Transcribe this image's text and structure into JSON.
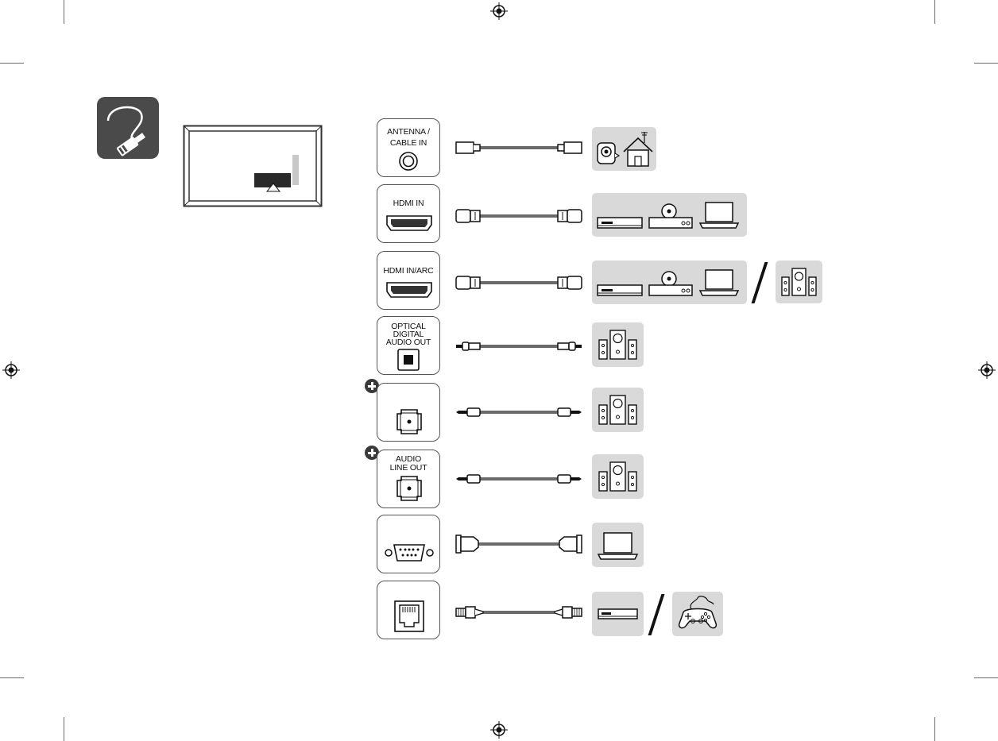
{
  "ports": [
    {
      "id": "antenna",
      "label_lines": [
        "ANTENNA /",
        "CABLE IN"
      ],
      "optional": false,
      "devices": [
        [
          "antenna-house"
        ]
      ]
    },
    {
      "id": "hdmi-in",
      "label_lines": [
        "HDMI IN"
      ],
      "optional": false,
      "devices": [
        [
          "set-top-box",
          "dvd-player",
          "laptop"
        ]
      ]
    },
    {
      "id": "hdmi-arc",
      "label_lines": [
        "HDMI IN/ARC"
      ],
      "optional": false,
      "devices": [
        [
          "set-top-box",
          "dvd-player",
          "laptop"
        ],
        [
          "speakers"
        ]
      ]
    },
    {
      "id": "optical",
      "label_lines": [
        "OPTICAL",
        "DIGITAL",
        "AUDIO OUT"
      ],
      "optional": false,
      "devices": [
        [
          "speakers"
        ]
      ]
    },
    {
      "id": "headphone",
      "label_lines": [],
      "optional": true,
      "devices": [
        [
          "speakers"
        ]
      ]
    },
    {
      "id": "audio-line-out",
      "label_lines": [
        "AUDIO",
        "LINE OUT"
      ],
      "optional": true,
      "devices": [
        [
          "speakers"
        ]
      ]
    },
    {
      "id": "rs232c",
      "label_lines": [],
      "optional": false,
      "devices": [
        [
          "laptop"
        ]
      ]
    },
    {
      "id": "lan",
      "label_lines": [],
      "optional": false,
      "devices": [
        [
          "set-top-box"
        ],
        [
          "game-controller"
        ]
      ]
    }
  ],
  "icons": {
    "header": "cable-plug-icon",
    "tv": "tv-back-panel-icon",
    "registration": "registration-mark-icon",
    "optional": "plus-icon"
  },
  "colors": {
    "device_bg": "#d9d9d9",
    "header_icon_bg": "#4a4a4a",
    "stroke": "#1a1a1a"
  }
}
